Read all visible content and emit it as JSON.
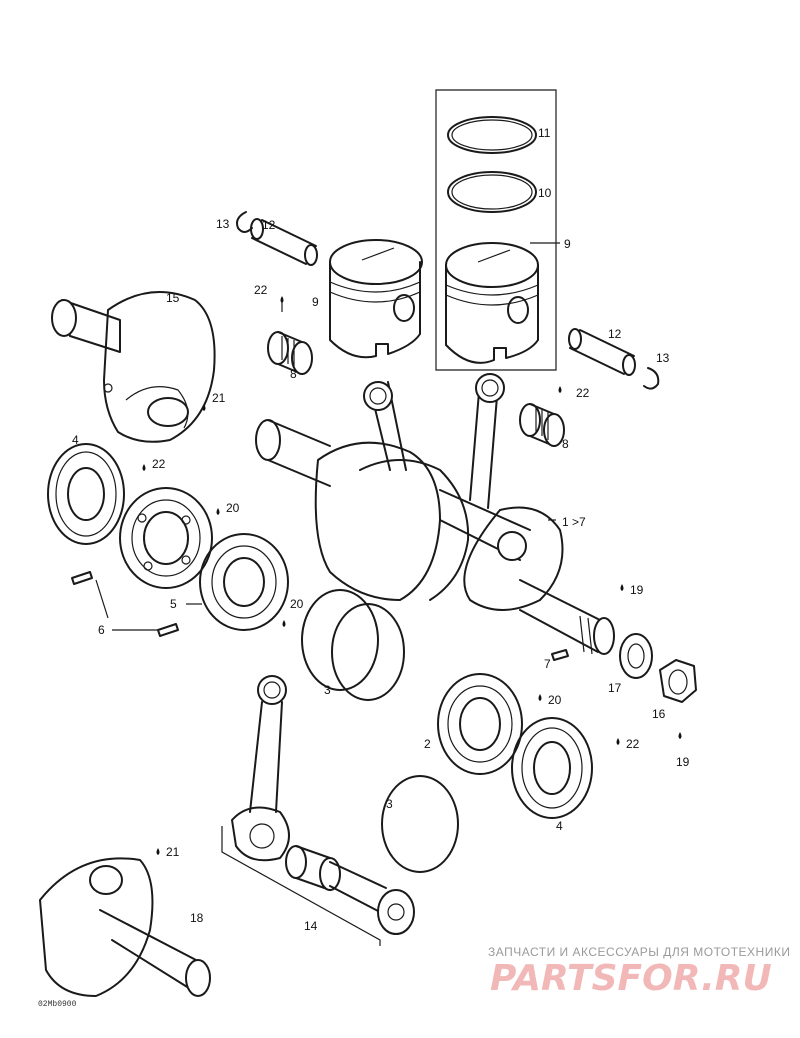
{
  "watermark": {
    "tagline": "ЗАПЧАСТИ И АКСЕССУАРЫ ДЛЯ МОТОТЕХНИКИ",
    "brand": "PARTSFOR.RU"
  },
  "drawing_code": "02Mb0900",
  "callouts": {
    "c11": "11",
    "c10": "10",
    "c9a": "9",
    "c9b": "9",
    "c13a": "13",
    "c12a": "12",
    "c12b": "12",
    "c13b": "13",
    "c22a": "22",
    "c8a": "8",
    "c15": "15",
    "c21a": "21",
    "c22b": "22",
    "c8b": "8",
    "c4a": "4",
    "c22c": "22",
    "c20a": "20",
    "c17range": "1 >7",
    "c5": "5",
    "c6": "6",
    "c20b": "20",
    "c19a": "19",
    "c3a": "3",
    "c7": "7",
    "c17": "17",
    "c16": "16",
    "c20c": "20",
    "c2": "2",
    "c22d": "22",
    "c19b": "19",
    "c3b": "3",
    "c4b": "4",
    "c21b": "21",
    "c18": "18",
    "c14": "14"
  }
}
